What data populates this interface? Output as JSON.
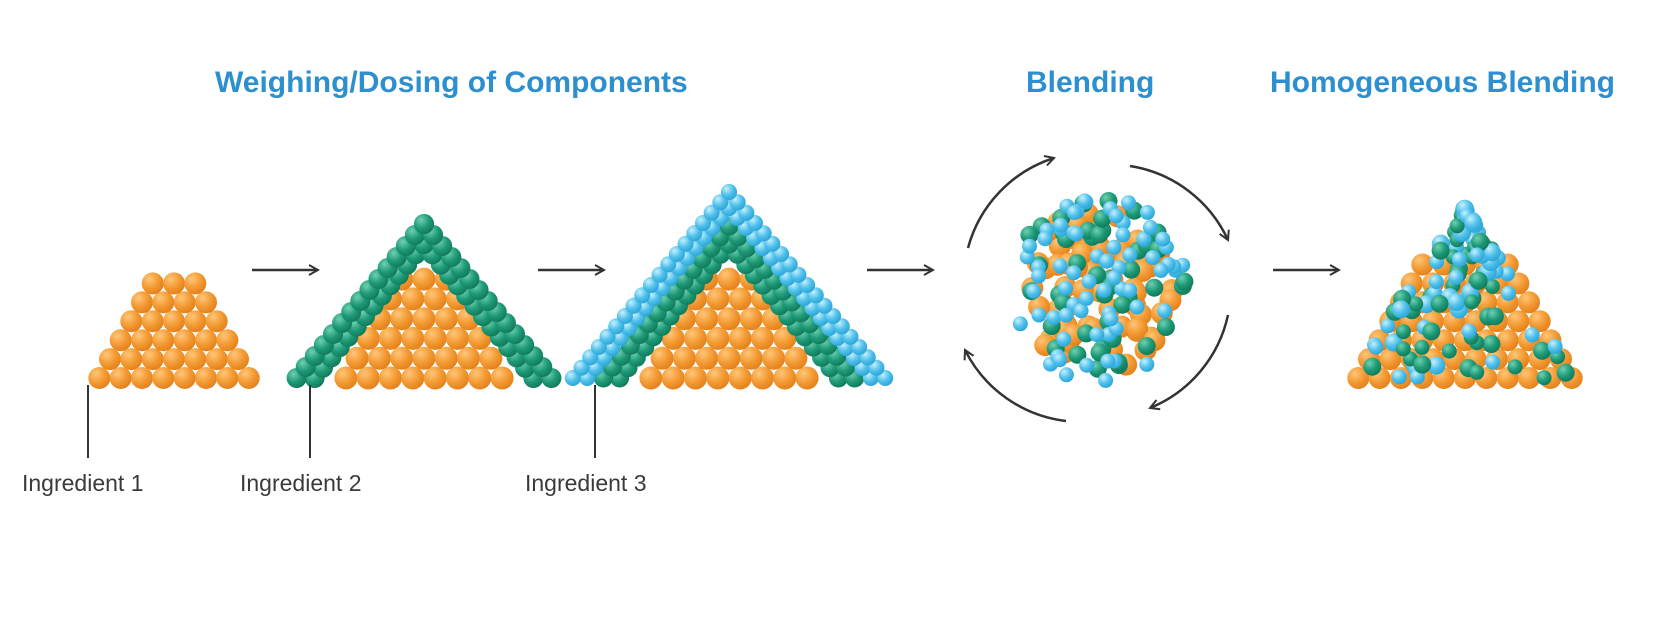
{
  "headings": {
    "weighing": "Weighing/Dosing of Components",
    "blending": "Blending",
    "homogeneous": "Homogeneous Blending"
  },
  "labels": {
    "ingredient1": "Ingredient 1",
    "ingredient2": "Ingredient 2",
    "ingredient3": "Ingredient 3"
  },
  "colors": {
    "heading": "#2b8fd0",
    "ingredient1": "#f39a33",
    "ingredient2": "#1e9a78",
    "ingredient3": "#4fc0ea",
    "arrow": "#333333"
  },
  "stages": [
    {
      "name": "ingredient-1-pile",
      "layers": 1
    },
    {
      "name": "ingredient-2-pile",
      "layers": 2
    },
    {
      "name": "ingredient-3-pile",
      "layers": 3
    },
    {
      "name": "blending-mix",
      "layers": 3
    },
    {
      "name": "homogeneous-pile",
      "layers": 3
    }
  ]
}
